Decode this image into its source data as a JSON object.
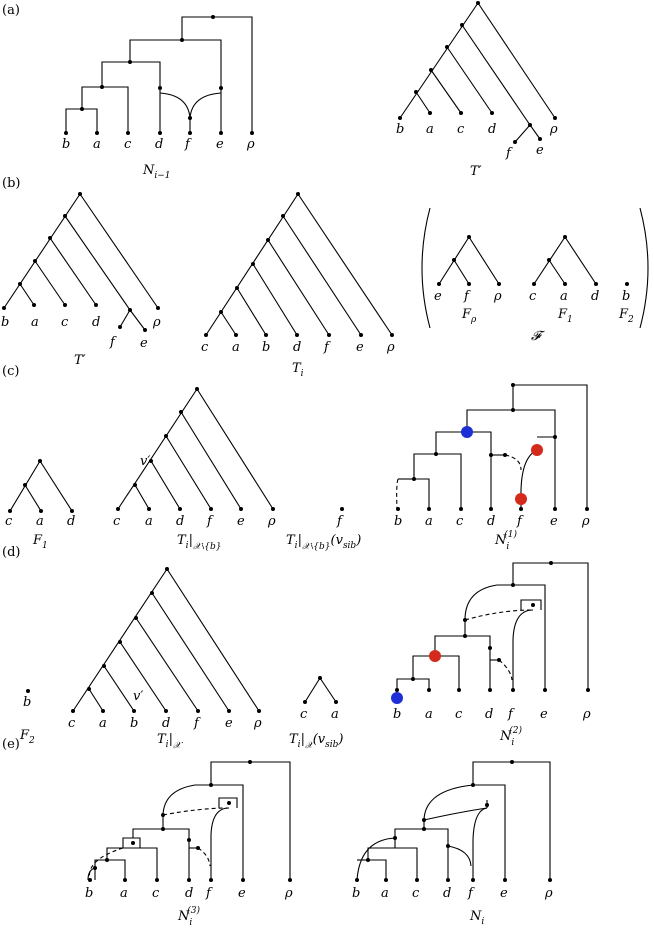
{
  "panels": [
    "(a)",
    "(b)",
    "(c)",
    "(d)",
    "(e)"
  ],
  "taxa": {
    "b": "b",
    "a": "a",
    "c": "c",
    "d": "d",
    "f": "f",
    "e": "e",
    "rho": "ρ"
  },
  "v_prime": "v′",
  "captions": {
    "a_left": {
      "main": "N",
      "sub": "i−1"
    },
    "a_right": {
      "main": "T′"
    },
    "b_left": {
      "main": "T′"
    },
    "b_mid": {
      "main": "T",
      "sub": "i"
    },
    "b_frho": {
      "main": "F",
      "sub": "ρ"
    },
    "b_f1": {
      "main": "F",
      "sub": "1"
    },
    "b_f2": {
      "main": "F",
      "sub": "2"
    },
    "b_forest": {
      "main": "𝓕"
    },
    "c_f1": {
      "main": "F",
      "sub": "1"
    },
    "c_ti": {
      "main": "T",
      "sub": "i",
      "rest": "|",
      "sub2": "𝒳∖{b}"
    },
    "c_tisib": {
      "main": "T",
      "sub": "i",
      "rest": "|",
      "sub2": "𝒳∖{b}",
      "tail": "(v",
      "tailsub": "sib",
      "end": ")"
    },
    "c_n": {
      "main": "N",
      "sub": "i",
      "sup": "(1)"
    },
    "d_f2": {
      "main": "F",
      "sub": "2"
    },
    "d_ti": {
      "main": "T",
      "sub": "i",
      "rest": "|",
      "sub2": "𝒳"
    },
    "d_tisib": {
      "main": "T",
      "sub": "i",
      "rest": "|",
      "sub2": "𝒳",
      "tail": "(v",
      "tailsub": "sib",
      "end": ")"
    },
    "d_n": {
      "main": "N",
      "sub": "i",
      "sup": "(2)"
    },
    "e_n3": {
      "main": "N",
      "sub": "i",
      "sup": "(3)"
    },
    "e_n": {
      "main": "N",
      "sub": "i"
    }
  },
  "colors": {
    "blue": "#1f2fd6",
    "red": "#d42a1b"
  }
}
